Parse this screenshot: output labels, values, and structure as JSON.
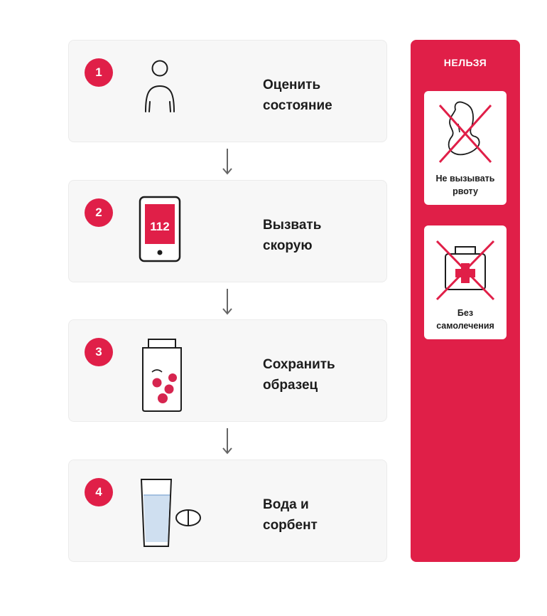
{
  "steps": [
    {
      "number": "1",
      "label_lines": [
        "Оценить",
        "состояние"
      ],
      "icon": "person-icon"
    },
    {
      "number": "2",
      "label_lines": [
        "Вызвать",
        "скорую"
      ],
      "icon": "phone-icon",
      "phone_screen_text": "112"
    },
    {
      "number": "3",
      "label_lines": [
        "Сохранить",
        "образец"
      ],
      "icon": "pill-jar-icon"
    },
    {
      "number": "4",
      "label_lines": [
        "Вода и",
        "сорбент"
      ],
      "icon": "water-glass-and-tablet-icon"
    }
  ],
  "panel": {
    "title": "НЕЛЬЗЯ",
    "items": [
      {
        "label_lines": [
          "Не вызывать",
          "рвоту"
        ],
        "icon": "no-vomiting-icon"
      },
      {
        "label_lines": [
          "Без",
          "самолечения"
        ],
        "icon": "no-self-medication-icon"
      }
    ]
  },
  "colors": {
    "accent": "#e01f48",
    "card_bg": "#f7f7f7",
    "arrow": "#666666",
    "text": "#1c1c1c"
  }
}
